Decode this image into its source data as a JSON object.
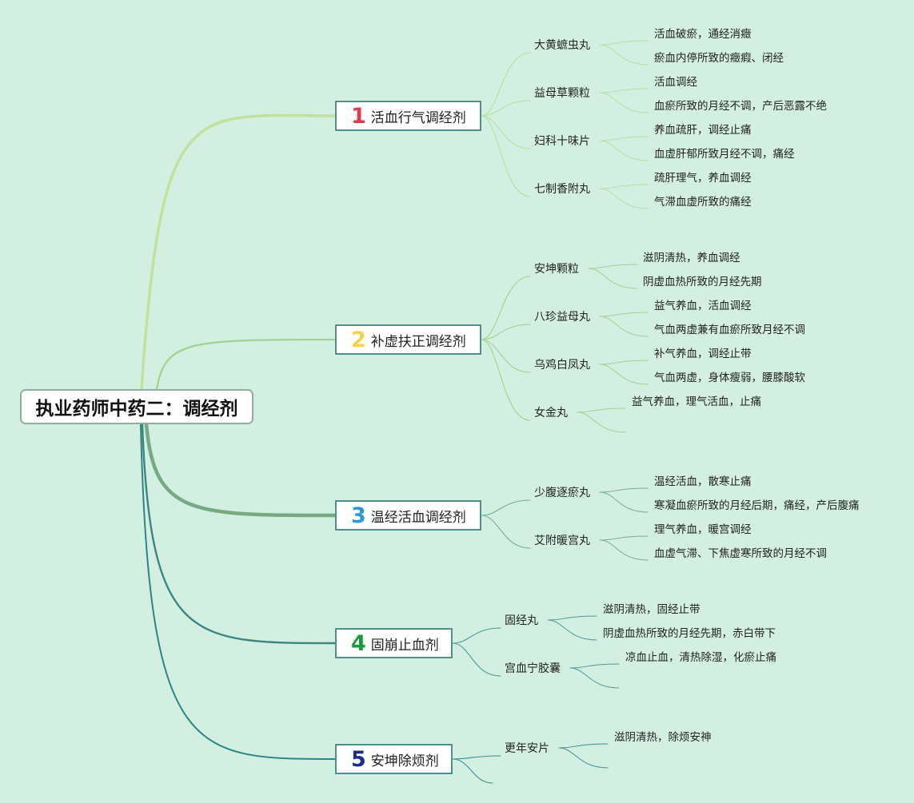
{
  "title": "执业药师中药二：调经剂",
  "categories": [
    {
      "num": "1",
      "label": "活血行气调经剂",
      "color": "#e03a4d",
      "meds": [
        {
          "name": "大黄蟅虫丸",
          "effects": [
            "活血破瘀，通经消癥",
            "瘀血内停所致的癥瘕、闭经"
          ]
        },
        {
          "name": "益母草颗粒",
          "effects": [
            "活血调经",
            "血瘀所致的月经不调，产后恶露不绝"
          ]
        },
        {
          "name": "妇科十味片",
          "effects": [
            "养血疏肝，调经止痛",
            "血虚肝郁所致月经不调，痛经"
          ]
        },
        {
          "name": "七制香附丸",
          "effects": [
            "疏肝理气，养血调经",
            "气滞血虚所致的痛经"
          ]
        }
      ]
    },
    {
      "num": "2",
      "label": "补虚扶正调经剂",
      "color": "#f2d24a",
      "meds": [
        {
          "name": "安坤颗粒",
          "effects": [
            "滋阴清热，养血调经",
            "阴虚血热所致的月经先期"
          ]
        },
        {
          "name": "八珍益母丸",
          "effects": [
            "益气养血，活血调经",
            "气血两虚兼有血瘀所致月经不调"
          ]
        },
        {
          "name": "乌鸡白凤丸",
          "effects": [
            "补气养血，调经止带",
            "气血两虚，身体瘦弱，腰膝酸软"
          ]
        },
        {
          "name": "女金丸",
          "effects": [
            "益气养血，理气活血，止痛"
          ]
        }
      ]
    },
    {
      "num": "3",
      "label": "温经活血调经剂",
      "color": "#2e98d6",
      "meds": [
        {
          "name": "少腹逐瘀丸",
          "effects": [
            "温经活血，散寒止痛",
            "寒凝血瘀所致的月经后期，痛经，产后腹痛"
          ]
        },
        {
          "name": "艾附暖宫丸",
          "effects": [
            "理气养血，暖宫调经",
            "血虚气滞、下焦虚寒所致的月经不调"
          ]
        }
      ]
    },
    {
      "num": "4",
      "label": "固崩止血剂",
      "color": "#1e9a3c",
      "meds": [
        {
          "name": "固经丸",
          "effects": [
            "滋阴清热，固经止带",
            "阴虚血热所致的月经先期，赤白带下"
          ]
        },
        {
          "name": "宫血宁胶囊",
          "effects": [
            "凉血止血，清热除湿，化瘀止痛"
          ]
        }
      ]
    },
    {
      "num": "5",
      "label": "安坤除烦剂",
      "color": "#1c2e86",
      "meds": [
        {
          "name": "更年安片",
          "effects": [
            "滋阴清热，除烦安神"
          ]
        }
      ]
    }
  ]
}
